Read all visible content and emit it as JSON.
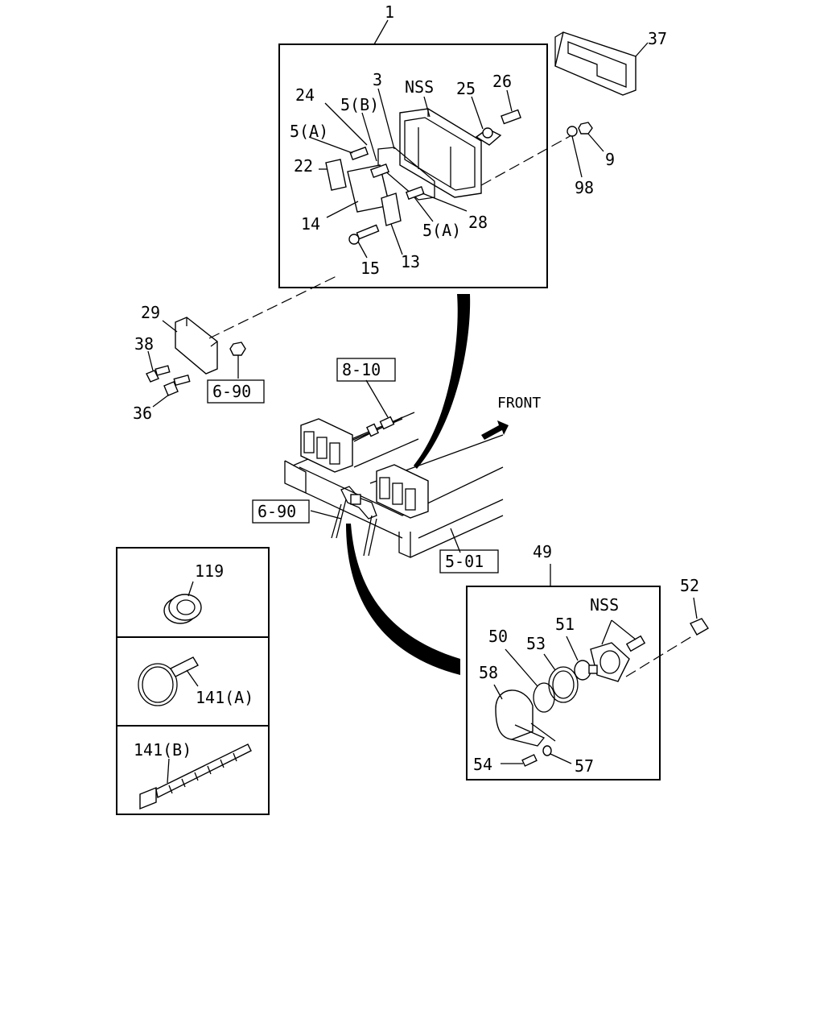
{
  "labels": {
    "l1": "1",
    "l3": "3",
    "nss_top": "NSS",
    "l24": "24",
    "l5b": "5(B)",
    "l25": "25",
    "l26": "26",
    "l5a_top": "5(A)",
    "l22": "22",
    "l14": "14",
    "l5a_bottom": "5(A)",
    "l28": "28",
    "l15": "15",
    "l13": "13",
    "l37": "37",
    "l9": "9",
    "l98": "98",
    "l29": "29",
    "l38": "38",
    "l36": "36",
    "front": "FRONT",
    "l119": "119",
    "l141a": "141(A)",
    "l141b": "141(B)",
    "l49": "49",
    "l52": "52",
    "nss_bottom": "NSS",
    "l51": "51",
    "l50": "50",
    "l53": "53",
    "l58": "58",
    "l54": "54",
    "l57": "57"
  },
  "refs": {
    "r690_top": "6-90",
    "r810": "8-10",
    "r690_mid": "6-90",
    "r501": "5-01"
  }
}
